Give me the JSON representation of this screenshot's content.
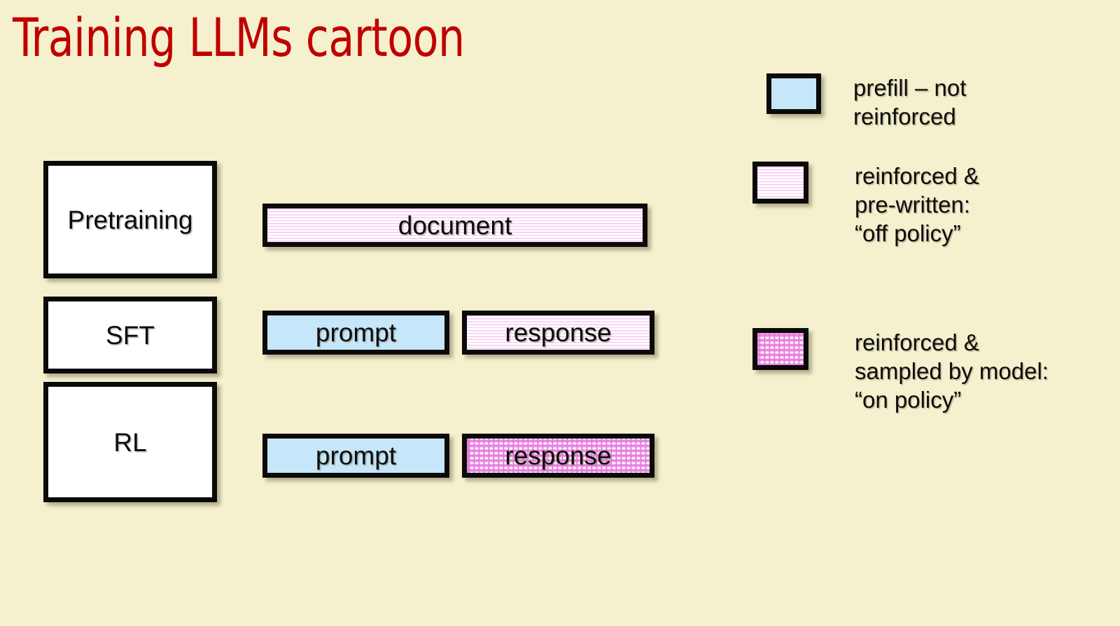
{
  "slide": {
    "title": "Training LLMs cartoon",
    "background_color": "#F5F0CE",
    "title_color": "#C00000"
  },
  "stages": [
    {
      "id": "pretraining",
      "label": "Pretraining"
    },
    {
      "id": "sft",
      "label": "SFT"
    },
    {
      "id": "rl",
      "label": "RL"
    }
  ],
  "sequences": {
    "pretraining": [
      {
        "label": "document",
        "fill": "stripe"
      }
    ],
    "sft": [
      {
        "label": "prompt",
        "fill": "blue"
      },
      {
        "label": "response",
        "fill": "stripe"
      }
    ],
    "rl": [
      {
        "label": "prompt",
        "fill": "blue"
      },
      {
        "label": "response",
        "fill": "dots"
      }
    ]
  },
  "legend": {
    "items": [
      {
        "swatch": "blue",
        "swatch_color": "#C6E6F9",
        "text": "prefill – not\nreinforced"
      },
      {
        "swatch": "stripe",
        "swatch_color": "#F7C7F2",
        "text": "reinforced &\npre-written:\n“off policy”"
      },
      {
        "swatch": "dots",
        "swatch_color": "#E879DE",
        "text": "reinforced &\nsampled by model:\n“on policy”"
      }
    ]
  }
}
